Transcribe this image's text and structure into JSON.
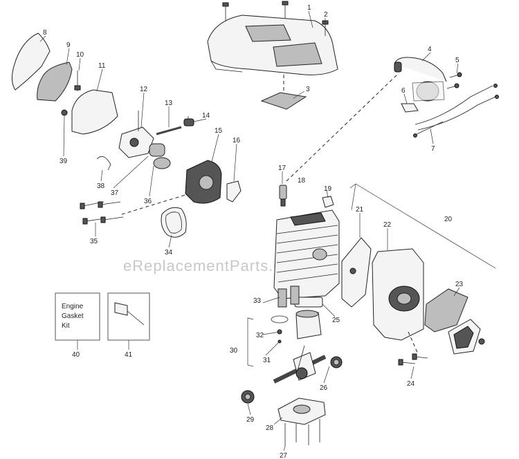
{
  "watermark": "eReplacementParts.com",
  "kit_box": {
    "line1": "Engine",
    "line2": "Gasket",
    "line3": "Kit"
  },
  "callouts": {
    "c1": "1",
    "c2": "2",
    "c3": "3",
    "c4": "4",
    "c5": "5",
    "c6": "6",
    "c7": "7",
    "c8": "8",
    "c9": "9",
    "c10": "10",
    "c11": "11",
    "c12": "12",
    "c13": "13",
    "c14": "14",
    "c15": "15",
    "c16": "16",
    "c17": "17",
    "c18": "18",
    "c19": "19",
    "c20": "20",
    "c21": "21",
    "c22": "22",
    "c23": "23",
    "c24": "24",
    "c25": "25",
    "c26": "26",
    "c27": "27",
    "c28": "28",
    "c29": "29",
    "c30": "30",
    "c31": "31",
    "c32": "32",
    "c33": "33",
    "c34": "34",
    "c35": "35",
    "c36": "36",
    "c37": "37",
    "c38": "38",
    "c39": "39",
    "c40": "40",
    "c41": "41"
  }
}
